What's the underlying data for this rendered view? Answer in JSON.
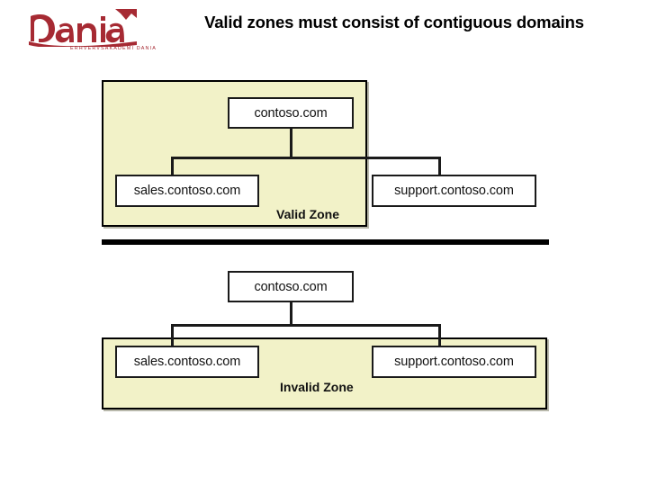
{
  "header": {
    "logo": {
      "name": "dania-logo",
      "wordmark": "Dania",
      "subtext": "ERHVERVSAKADEMI DANIA",
      "color": "#A62A33"
    },
    "title": "Valid zones must consist of contiguous domains"
  },
  "figure": {
    "type": "diagram",
    "colors": {
      "zone_fill": "#F2F2C8",
      "zone_border": "#000000",
      "node_fill": "#FFFFFF",
      "node_border": "#1A1A1A",
      "connector": "#1A1A1A"
    },
    "diagrams": [
      {
        "id": "valid-zone-diagram",
        "zone_label": "Valid Zone",
        "zone_label_align": "right",
        "nodes": [
          {
            "id": "root",
            "label": "contoso.com",
            "in_zone": true
          },
          {
            "id": "sales",
            "label": "sales.contoso.com",
            "in_zone": true
          },
          {
            "id": "support",
            "label": "support.contoso.com",
            "in_zone": false
          }
        ]
      },
      {
        "id": "invalid-zone-diagram",
        "zone_label": "Invalid Zone",
        "zone_label_align": "center",
        "nodes": [
          {
            "id": "root",
            "label": "contoso.com",
            "in_zone": false
          },
          {
            "id": "sales",
            "label": "sales.contoso.com",
            "in_zone": true
          },
          {
            "id": "support",
            "label": "support.contoso.com",
            "in_zone": true
          }
        ]
      }
    ]
  }
}
